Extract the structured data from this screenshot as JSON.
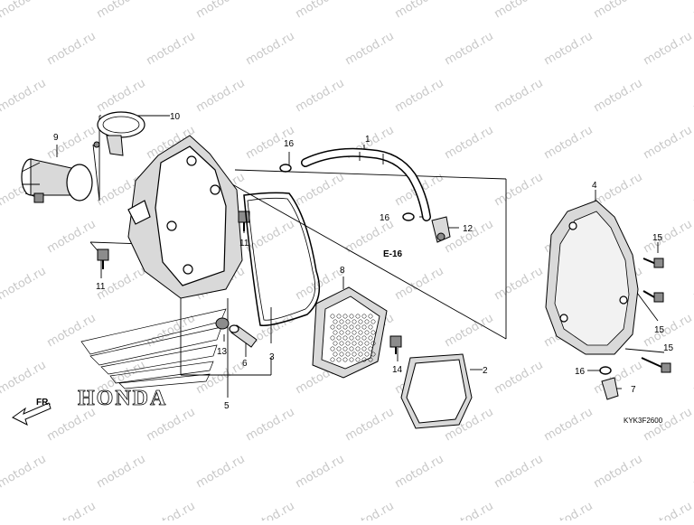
{
  "diagram": {
    "watermark_text": "motod.ru",
    "diagram_code": "KYK3F2600",
    "reference_label": "E-16",
    "direction_label": "FR.",
    "brand_logo_text": "HONDA",
    "callouts": {
      "p1": "1",
      "p2": "2",
      "p3": "3",
      "p4": "4",
      "p5": "5",
      "p6": "6",
      "p7": "7",
      "p8": "8",
      "p9": "9",
      "p10": "10",
      "p11a": "11",
      "p11b": "11",
      "p12": "12",
      "p13": "13",
      "p14": "14",
      "p15a": "15",
      "p15b": "15",
      "p15c": "15",
      "p16a": "16",
      "p16b": "16",
      "p16c": "16"
    }
  }
}
